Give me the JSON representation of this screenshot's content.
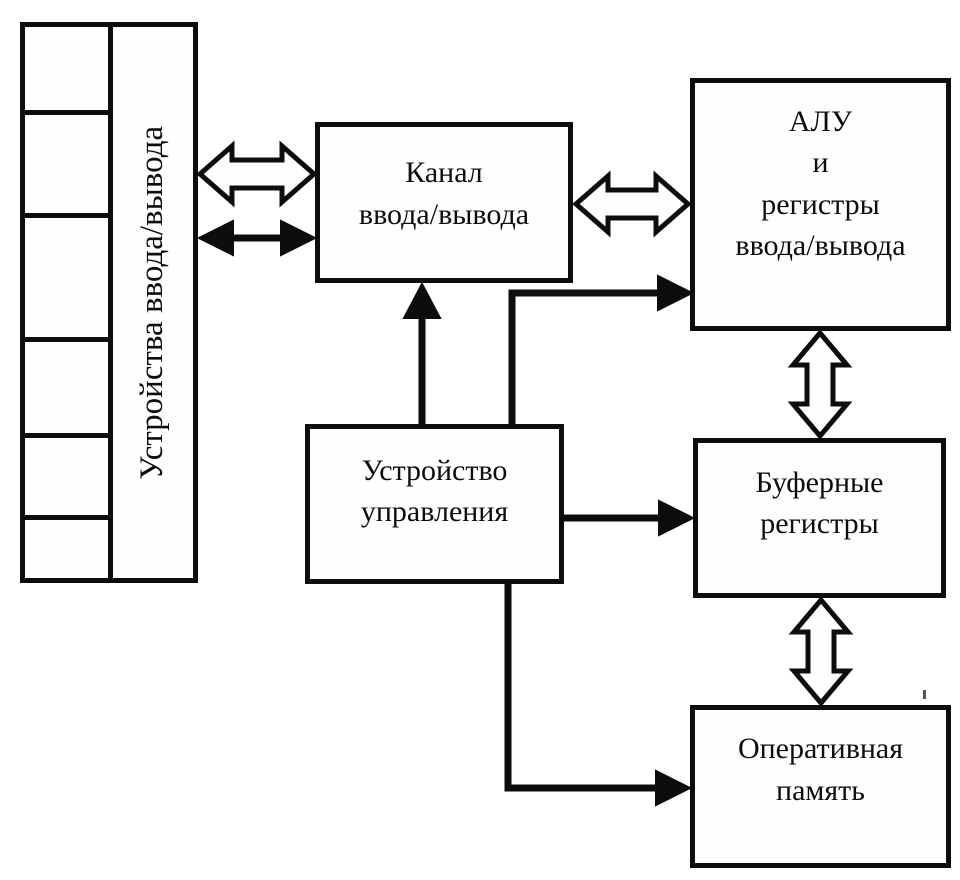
{
  "diagram": {
    "background_color": "#ffffff",
    "ink_color": "#0d0d0d",
    "nodes": {
      "io_devices": {
        "label": "Устройства ввода/вывода",
        "orientation": "vertical-text",
        "slot_count": 6
      },
      "io_channel": {
        "line1": "Канал",
        "line2": "ввода/вывода"
      },
      "alu": {
        "line1": "АЛУ",
        "line2": "и",
        "line3": "регистры",
        "line4": "ввода/вывода"
      },
      "control_unit": {
        "line1": "Устройство",
        "line2": "управления"
      },
      "buffer_registers": {
        "line1": "Буферные",
        "line2": "регистры"
      },
      "ram": {
        "line1": "Оперативная",
        "line2": "память"
      }
    },
    "edges": [
      {
        "from": "io_devices",
        "to": "io_channel",
        "style": "hollow-outline-arrow",
        "heads": "both"
      },
      {
        "from": "io_devices",
        "to": "io_channel",
        "style": "solid-arrow",
        "heads": "both"
      },
      {
        "from": "io_channel",
        "to": "alu",
        "style": "hollow-outline-arrow",
        "heads": "both"
      },
      {
        "from": "alu",
        "to": "buffer_registers",
        "style": "hollow-outline-arrow",
        "heads": "both"
      },
      {
        "from": "buffer_registers",
        "to": "ram",
        "style": "hollow-outline-arrow",
        "heads": "both"
      },
      {
        "from": "control_unit",
        "to": "io_channel",
        "style": "solid-arrow",
        "heads": "end"
      },
      {
        "from": "control_unit",
        "to": "alu",
        "style": "solid-arrow",
        "heads": "end",
        "route": "up-then-right"
      },
      {
        "from": "control_unit",
        "to": "buffer_registers",
        "style": "solid-arrow",
        "heads": "end"
      },
      {
        "from": "control_unit",
        "to": "ram",
        "style": "solid-arrow",
        "heads": "end",
        "route": "down-then-right"
      }
    ]
  }
}
